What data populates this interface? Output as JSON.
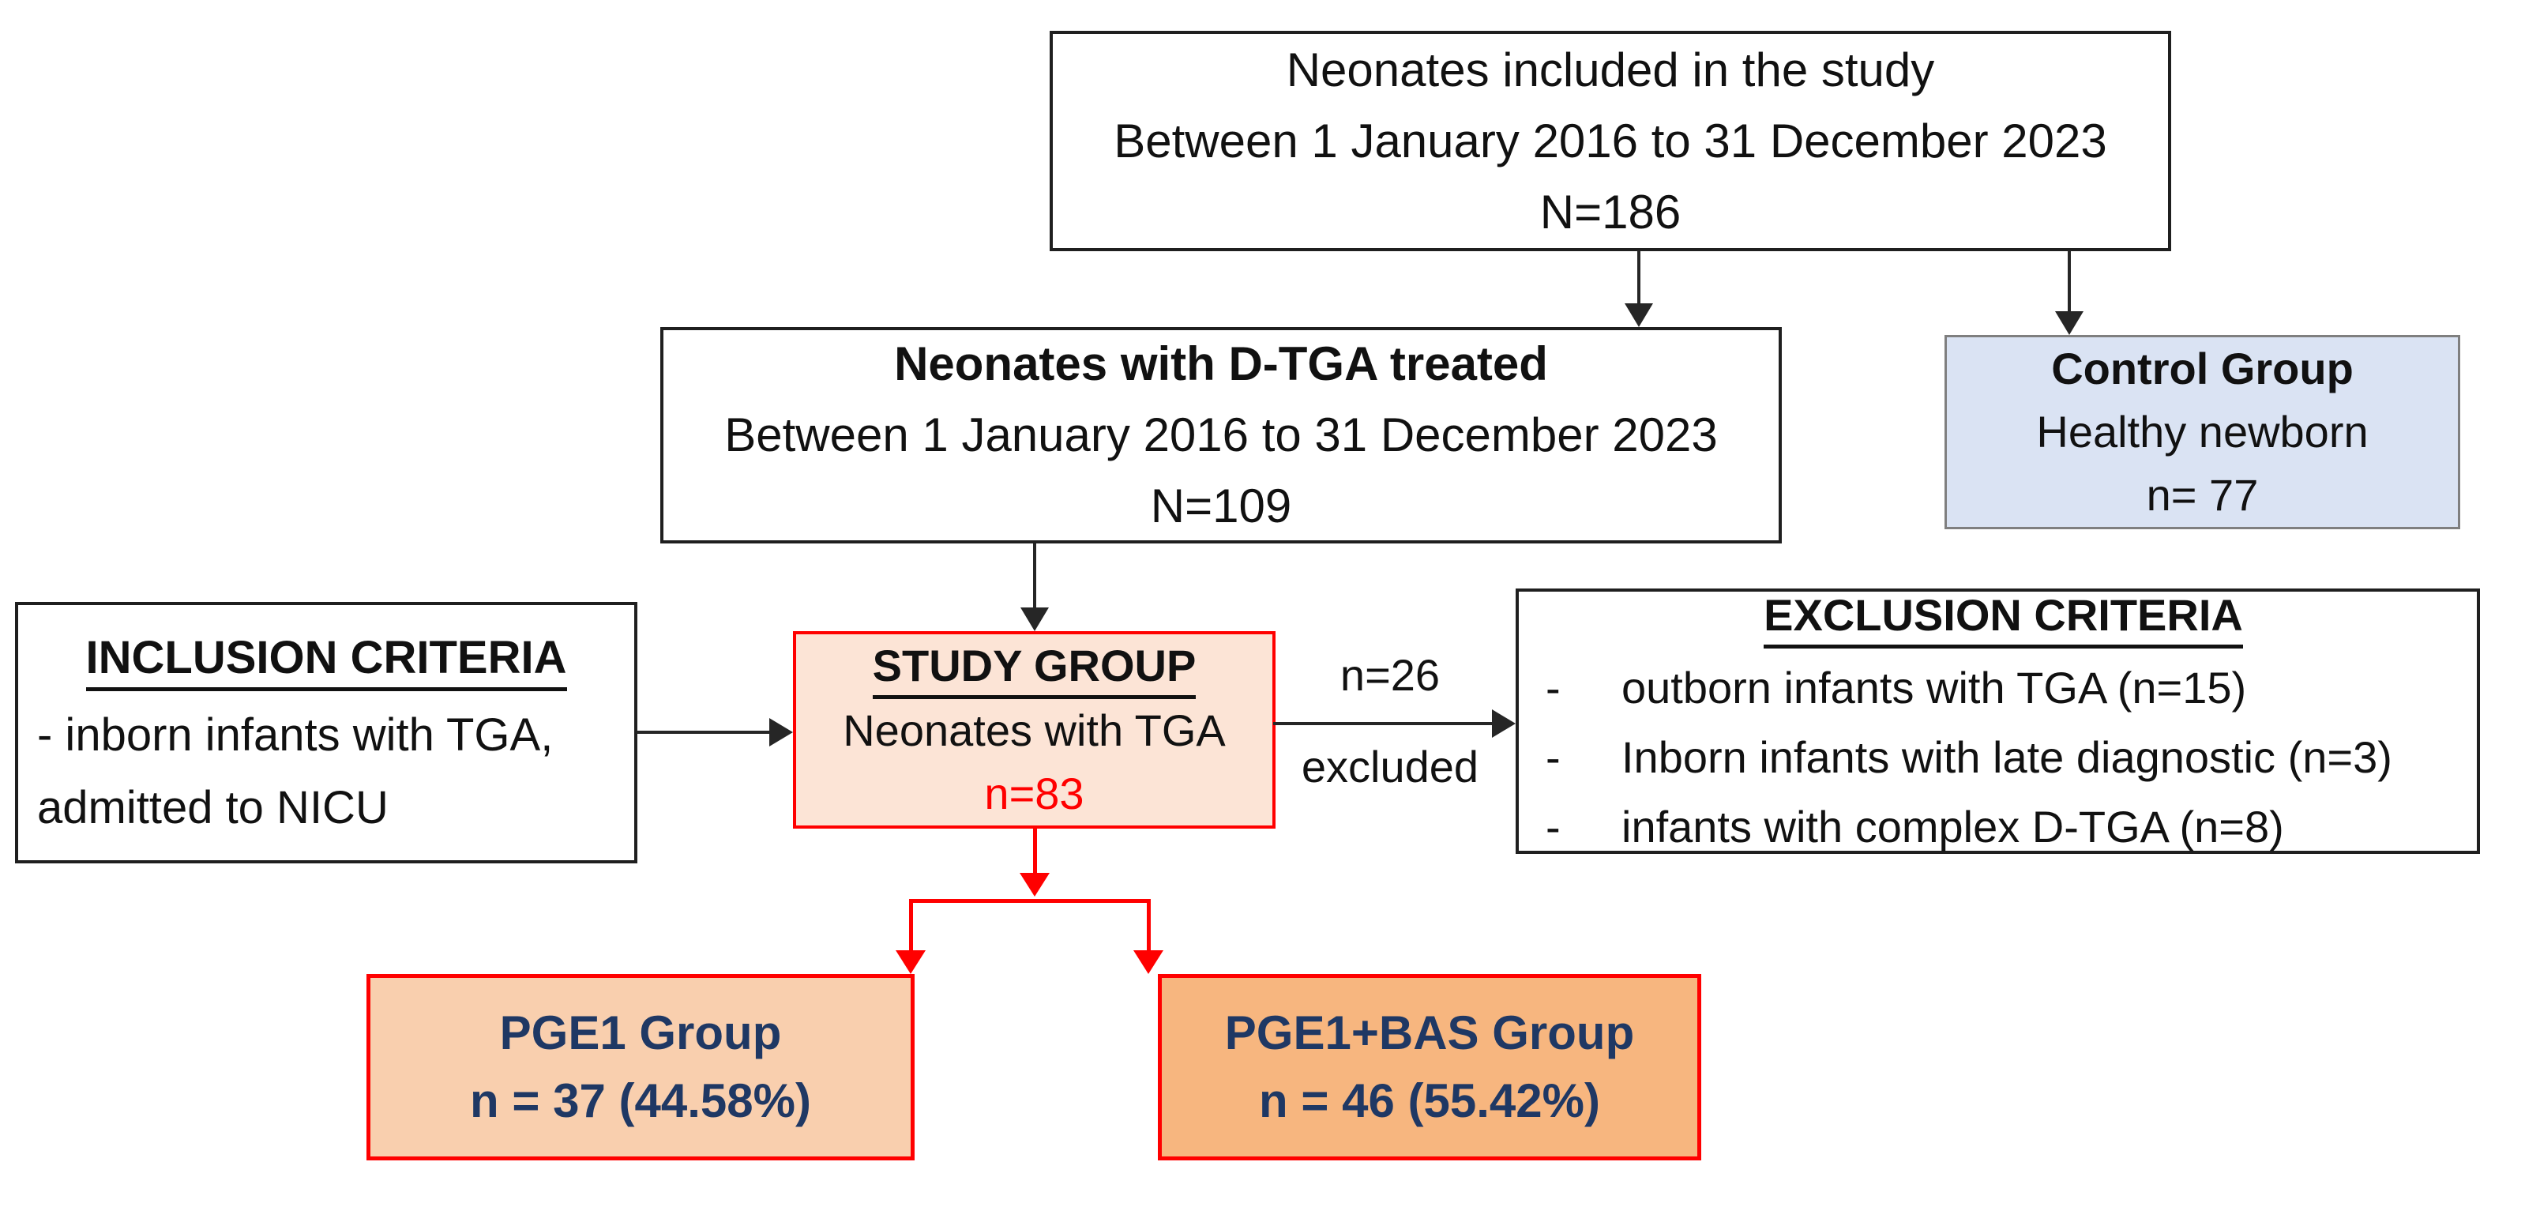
{
  "boxes": {
    "included": {
      "line1": "Neonates included in the study",
      "line2": "Between 1 January 2016 to 31 December 2023",
      "line3": "N=186"
    },
    "dtga": {
      "line1": "Neonates with D-TGA treated",
      "line2": "Between 1 January 2016 to 31 December 2023",
      "line3": "N=109"
    },
    "control": {
      "line1": "Control Group",
      "line2": "Healthy newborn",
      "line3": "n= 77"
    },
    "study": {
      "line1": "STUDY GROUP",
      "line2": "Neonates with TGA",
      "line3": "n=83"
    },
    "inclusion": {
      "title": "INCLUSION CRITERIA",
      "line1": "- inborn infants with TGA,",
      "line2": "admitted to NICU"
    },
    "exclusion": {
      "title": "EXCLUSION CRITERIA",
      "bullet": "-",
      "items": [
        "outborn infants with TGA (n=15)",
        "Inborn infants with late diagnostic (n=3)",
        "infants with complex D-TGA  (n=8)"
      ]
    },
    "pge1": {
      "line1": "PGE1 Group",
      "line2": "n = 37 (44.58%)"
    },
    "pge1bas": {
      "line1": "PGE1+BAS Group",
      "line2": "n = 46 (55.42%)"
    }
  },
  "labels": {
    "excluded_count": "n=26",
    "excluded_word": "excluded"
  },
  "colors": {
    "red_accent": "#ff0000",
    "study_fill": "#fce4d6",
    "pge1_fill": "#f9cfae",
    "pge1bas_fill": "#f7b67f",
    "control_fill": "#dae3f3",
    "control_border": "#7f7f7f",
    "group_text_navy": "#1f3864",
    "line_black": "#262626"
  }
}
